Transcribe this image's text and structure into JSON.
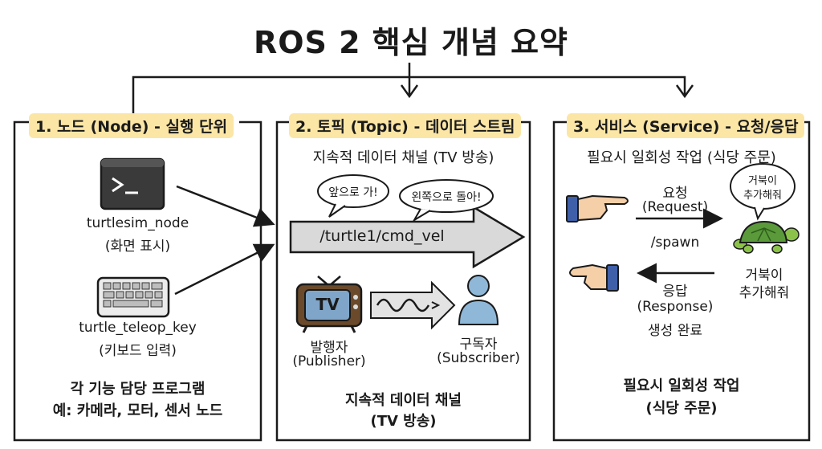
{
  "title": "ROS 2 핵심 개념 요약",
  "colors": {
    "header_bg": "#fbe6a6",
    "pipe": "#d9d9d9",
    "tv_screen": "#7fa6c9",
    "person": "#8fb8d8",
    "hand": "#f5cfa8",
    "sleeve": "#3f5fa8",
    "turtle_shell": "#5a9a3a"
  },
  "node": {
    "header": "1. 노드 (Node) - 실행 단위",
    "terminal_icon": "terminal-icon",
    "terminal_name": "turtlesim_node",
    "terminal_desc": "(화면 표시)",
    "keyboard_icon": "keyboard-icon",
    "keyboard_name": "turtle_teleop_key",
    "keyboard_desc": "(키보드 입력)",
    "caption_1": "각 기능 담당 프로그램",
    "caption_2": "예: 카메라, 모터, 센서 노드"
  },
  "topic": {
    "header": "2. 토픽 (Topic) - 데이터 스트림",
    "subtitle": "지속적 데이터 채널 (TV 방송)",
    "bubble_1": "앞으로 가!",
    "bubble_2": "왼쪽으로 돌아!",
    "pipe_label": "/turtle1/cmd_vel",
    "tv_label": "TV",
    "publisher_1": "발행자",
    "publisher_2": "(Publisher)",
    "subscriber_1": "구독자",
    "subscriber_2": "(Subscriber)",
    "caption_1": "지속적 데이터 채널",
    "caption_2": "(TV 방송)"
  },
  "service": {
    "header": "3. 서비스 (Service) - 요청/응답",
    "subtitle": "필요시 일회성 작업 (식당 주문)",
    "request_1": "요청",
    "request_2": "(Request)",
    "spawn": "/spawn",
    "bubble_1": "거북이",
    "bubble_2": "추가해줘",
    "turtle_1": "거북이",
    "turtle_2": "추가해줘",
    "response_1": "응답",
    "response_2": "(Response)",
    "response_3": "생성 완료",
    "caption_1": "필요시 일회성 작업",
    "caption_2": "(식당 주문)"
  }
}
